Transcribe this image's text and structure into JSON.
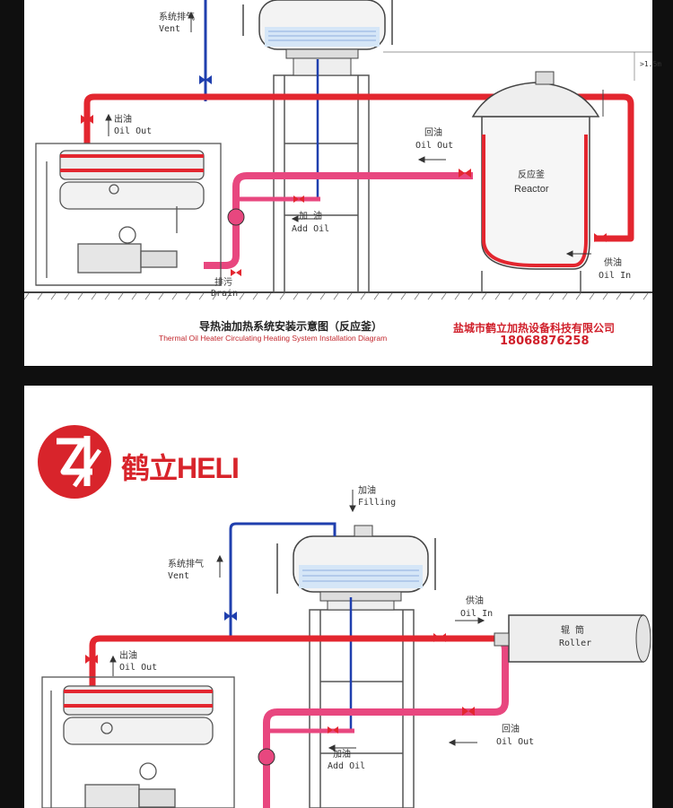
{
  "top_panel": {
    "labels": {
      "vent_cn": "系统排气",
      "vent_en": "Vent",
      "oil_out_cn": "出油",
      "oil_out_en": "Oil Out",
      "return_cn": "回油",
      "return_en": "Oil Out",
      "add_oil_cn": "加 油",
      "add_oil_en": "Add Oil",
      "drain_cn": "排污",
      "drain_en": "Drain",
      "reactor_cn": "反应釜",
      "reactor_en": "Reactor",
      "supply_cn": "供油",
      "supply_en": "Oil In",
      "dimension": ">1.5m"
    },
    "caption_cn": "导热油加热系统安装示意图（反应釜）",
    "caption_en": "Thermal Oil Heater Circulating Heating System Installation Diagram",
    "company": "盐城市鹤立加热设备科技有限公司",
    "phone": "18068876258"
  },
  "bottom_panel": {
    "brand_cn": "鹤立",
    "brand_en": "HELI",
    "labels": {
      "filling_cn": "加油",
      "filling_en": "Filling",
      "vent_cn": "系统排气",
      "vent_en": "Vent",
      "supply_cn": "供油",
      "supply_en": "Oil In",
      "roller_cn": "辊 筒",
      "roller_en": "Roller",
      "oil_out_cn": "出油",
      "oil_out_en": "Oil Out",
      "return_cn": "回油",
      "return_en": "Oil Out",
      "add_oil_cn": "加油",
      "add_oil_en": "Add Oil"
    }
  },
  "colors": {
    "hot_pipe": "#e3262f",
    "return_pipe": "#e8477f",
    "vent_pipe": "#1f3fae",
    "brand_red": "#d8242b",
    "frame": "#555555"
  }
}
